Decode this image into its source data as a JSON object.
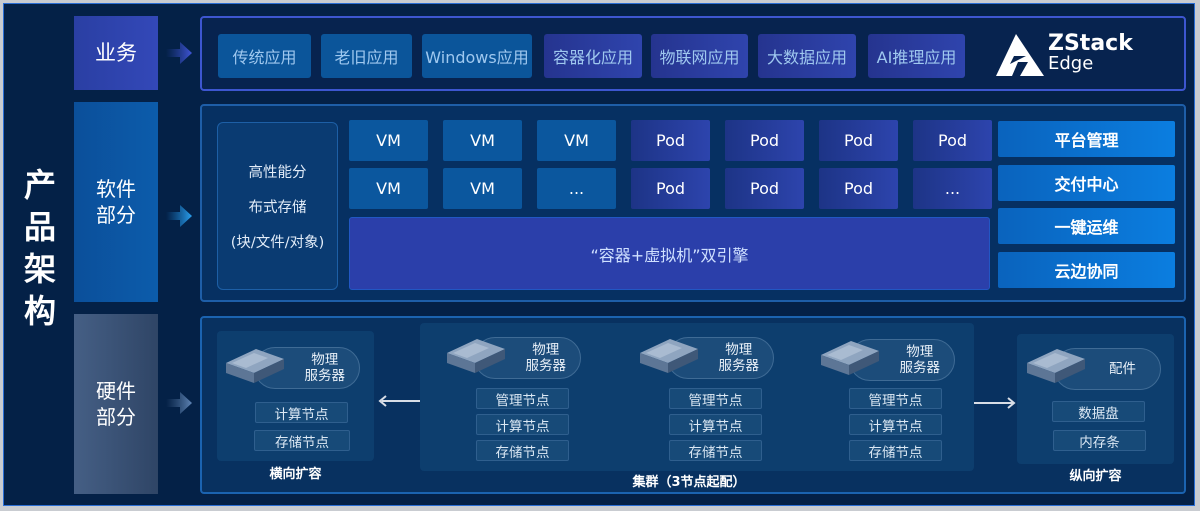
{
  "main_title": "产品架构",
  "rows": {
    "business": {
      "label": "业务"
    },
    "software": {
      "label_line1": "软件",
      "label_line2": "部分"
    },
    "hardware": {
      "label_line1": "硬件",
      "label_line2": "部分"
    }
  },
  "business_apps": [
    {
      "label": "传统应用"
    },
    {
      "label": "老旧应用"
    },
    {
      "label": "Windows应用"
    },
    {
      "label": "容器化应用"
    },
    {
      "label": "物联网应用"
    },
    {
      "label": "大数据应用"
    },
    {
      "label": "AI推理应用"
    }
  ],
  "logo": {
    "brand": "ZStack",
    "product": "Edge"
  },
  "software": {
    "storage": {
      "line1": "高性能分",
      "line2": "布式存储",
      "line3": "(块/文件/对象)"
    },
    "row1": [
      "VM",
      "VM",
      "VM",
      "Pod",
      "Pod",
      "Pod",
      "Pod"
    ],
    "row2": [
      "VM",
      "VM",
      "...",
      "Pod",
      "Pod",
      "Pod",
      "..."
    ],
    "engine": "“容器+虚拟机”双引擎",
    "management": [
      "平台管理",
      "交付中心",
      "一键运维",
      "云边协同"
    ]
  },
  "hardware": {
    "horizontal": {
      "server": {
        "line1": "物理",
        "line2": "服务器"
      },
      "nodes": [
        "计算节点",
        "存储节点"
      ],
      "caption": "横向扩容"
    },
    "cluster": {
      "servers": [
        {
          "line1": "物理",
          "line2": "服务器",
          "nodes": [
            "管理节点",
            "计算节点",
            "存储节点"
          ]
        },
        {
          "line1": "物理",
          "line2": "服务器",
          "nodes": [
            "管理节点",
            "计算节点",
            "存储节点"
          ]
        },
        {
          "line1": "物理",
          "line2": "服务器",
          "nodes": [
            "管理节点",
            "计算节点",
            "存储节点"
          ]
        }
      ],
      "caption": "集群（3节点起配）"
    },
    "vertical": {
      "server": {
        "line1": "配件"
      },
      "nodes": [
        "数据盘",
        "内存条"
      ],
      "caption": "纵向扩容"
    }
  },
  "colors": {
    "background": "#042147",
    "business_border": "#3d56d0",
    "software_border": "#1e5ea8",
    "management_blue": "#0b7ee0"
  }
}
